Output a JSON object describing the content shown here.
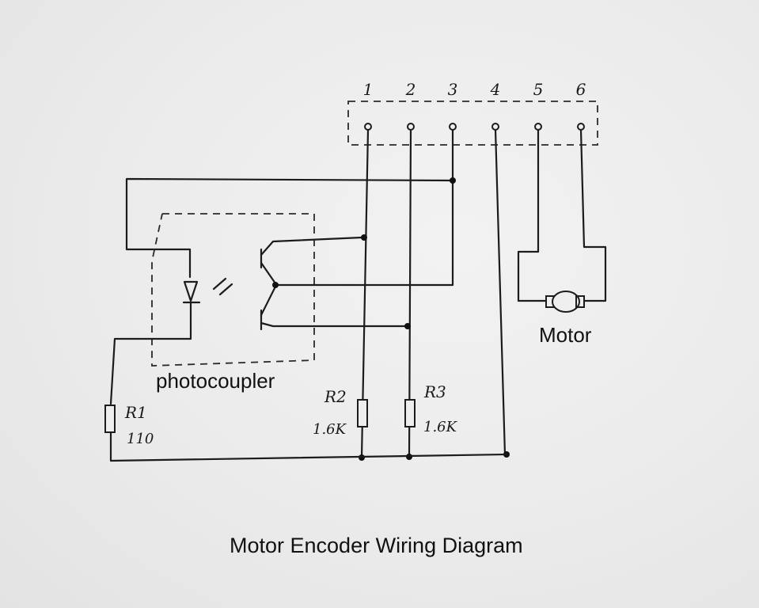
{
  "terminals": [
    "1",
    "2",
    "3",
    "4",
    "5",
    "6"
  ],
  "labels": {
    "motor": "Motor",
    "photocoupler": "photocoupler",
    "title": "Motor Encoder Wiring Diagram"
  },
  "resistors": [
    {
      "name": "R1",
      "value": "110"
    },
    {
      "name": "R2",
      "value": "1.6K"
    },
    {
      "name": "R3",
      "value": "1.6K"
    }
  ]
}
